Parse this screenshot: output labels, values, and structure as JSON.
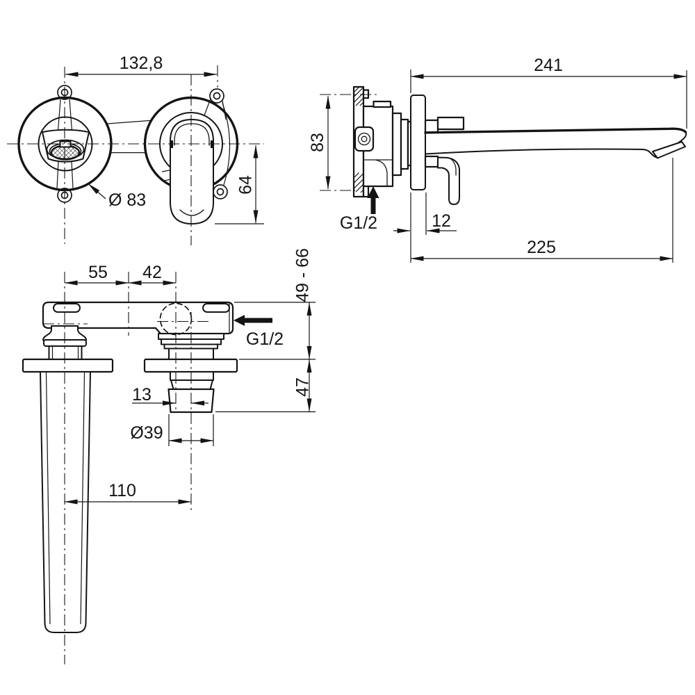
{
  "page": {
    "background": "#ffffff",
    "line_color": "#141414",
    "drawing_type": "installation-dimension-drawing"
  },
  "dimensions": {
    "hole_spacing": "132,8",
    "escutcheon_diameter": "Ø 83",
    "handle_drop": "64",
    "spout_total_length": "241",
    "body_height": "83",
    "side_inlet_thread": "G1/2",
    "plate_thickness": "12",
    "spout_projection": "225",
    "left_axis_offset": "55",
    "right_axis_offset": "42",
    "install_depth_range": "49 - 66",
    "body_inlet_thread": "G1/2",
    "flange_to_outlet_end": "47",
    "outlet_axis_offset": "13",
    "outlet_diameter": "Ø39",
    "pipe_axis_spacing": "110"
  }
}
